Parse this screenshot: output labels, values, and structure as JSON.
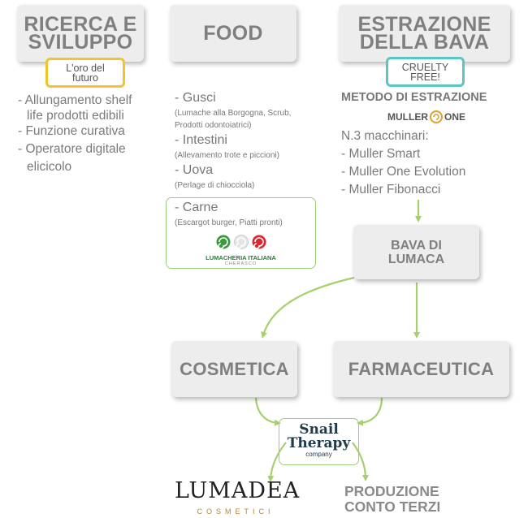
{
  "ricerca": {
    "title": "RICERCA E SVILUPPO",
    "tag": "L'oro del futuro",
    "items": [
      "- Allungamento shelf",
      "life prodotti edibili",
      "- Funzione curativa",
      "- Operatore digitale",
      "elicicolo"
    ]
  },
  "food": {
    "title": "FOOD",
    "items": [
      {
        "label": "- Gusci",
        "sub": "(Lumache alla Borgogna, Scrub,",
        "sub2": "Prodotti odontoiatrici)"
      },
      {
        "label": "- Intestini",
        "sub": "(Allevamento trote e piccioni)",
        "sub2": ""
      },
      {
        "label": "- Uova",
        "sub": "(Perlage di chiocciola)",
        "sub2": ""
      },
      {
        "label": "- Carne",
        "sub": "(Escargot burger, Piatti pronti)",
        "sub2": ""
      }
    ],
    "logo_text": "LUMACHERIA ITALIANA",
    "logo_sub": "CHERASCO"
  },
  "estrazione": {
    "title": "ESTRAZIONE DELLA BAVA",
    "tag": "CRUELTY FREE!",
    "metodo": "METODO DI ESTRAZIONE",
    "logo_left": "MULLER",
    "logo_right": "ONE",
    "intro": "N.3 macchinari:",
    "items": [
      "- Muller Smart",
      "- Muller One Evolution",
      "- Muller Fibonacci"
    ]
  },
  "bava": {
    "title": "BAVA DI LUMACA"
  },
  "cosmetica": {
    "title": "COSMETICA"
  },
  "farmaceutica": {
    "title": "FARMACEUTICA"
  },
  "snail": {
    "line1": "Snail",
    "line2": "Therapy",
    "line3": "company"
  },
  "lumadea": {
    "name": "LUMADEA",
    "sub": "COSMETICI"
  },
  "produzione": {
    "line1": "PRODUZIONE",
    "line2": "CONTO TERZI"
  },
  "colors": {
    "arrow": "#a6cf6d",
    "yellow": "#f2c32b",
    "teal": "#5bc4c4",
    "green_border": "#9ccd7a",
    "gold": "#b8872f"
  }
}
